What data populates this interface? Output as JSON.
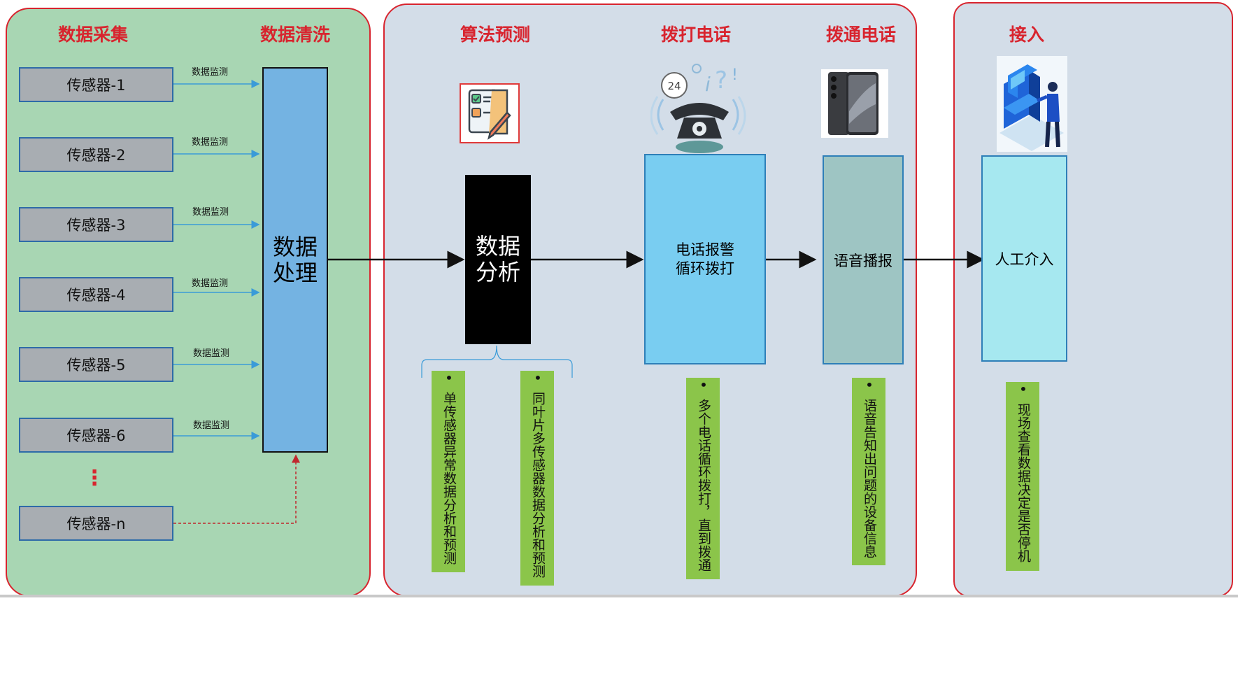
{
  "sections": {
    "collect": "数据采集",
    "clean": "数据清洗",
    "predict": "算法预测",
    "dial": "拨打电话",
    "connect": "拨通电话",
    "access": "接入"
  },
  "sensors": [
    "传感器-1",
    "传感器-2",
    "传感器-3",
    "传感器-4",
    "传感器-5",
    "传感器-6",
    "传感器-n"
  ],
  "ellipsis": "⋮",
  "monitor_label": "数据监测",
  "boxes": {
    "processing": "数据\n处理",
    "analysis": "数据\n分析",
    "alarm": "电话报警\n循环拨打",
    "voice": "语音播报",
    "manual": "人工介入"
  },
  "notes": {
    "single": "单传感器异常数据分析和预测",
    "multi": "同叶片多传感器数据分析和预测",
    "calls": "多个电话循环拨打，直到拨通",
    "voice_info": "语音告知出问题的设备信息",
    "onsite": "现场查看数据决定是否停机"
  },
  "bullet": "•",
  "icons": [
    "checklist-icon",
    "telephone-24h-icon",
    "smartphone-icon",
    "kiosk-operator-icon"
  ],
  "colors": {
    "green_panel": "#a8d6b3",
    "blue_panel": "#d3dde8",
    "border_red": "#d8242e",
    "sensor_gray": "#a8adb2",
    "processing_blue": "#74b3e2",
    "alarm_blue": "#79cdf1",
    "voice_teal": "#9ec5c3",
    "manual_cyan": "#a6e8f0",
    "note_green": "#8bc54a"
  }
}
